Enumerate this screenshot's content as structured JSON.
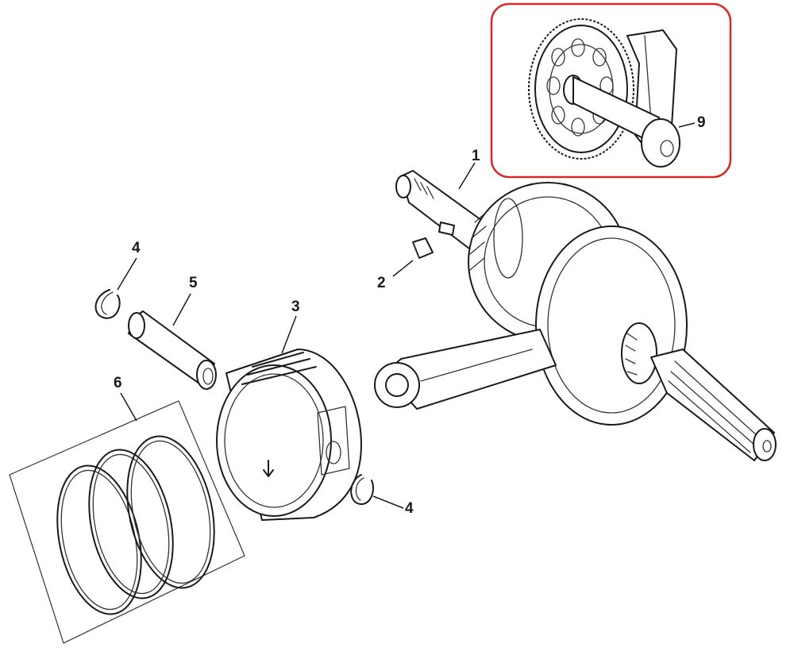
{
  "labels": {
    "p1": "1",
    "p2": "2",
    "p3": "3",
    "p4a": "4",
    "p4b": "4",
    "p5": "5",
    "p6": "6",
    "p9": "9"
  },
  "colors": {
    "highlight_box": "#d42a2a",
    "line_art": "#1a1a1a",
    "background": "#ffffff"
  }
}
